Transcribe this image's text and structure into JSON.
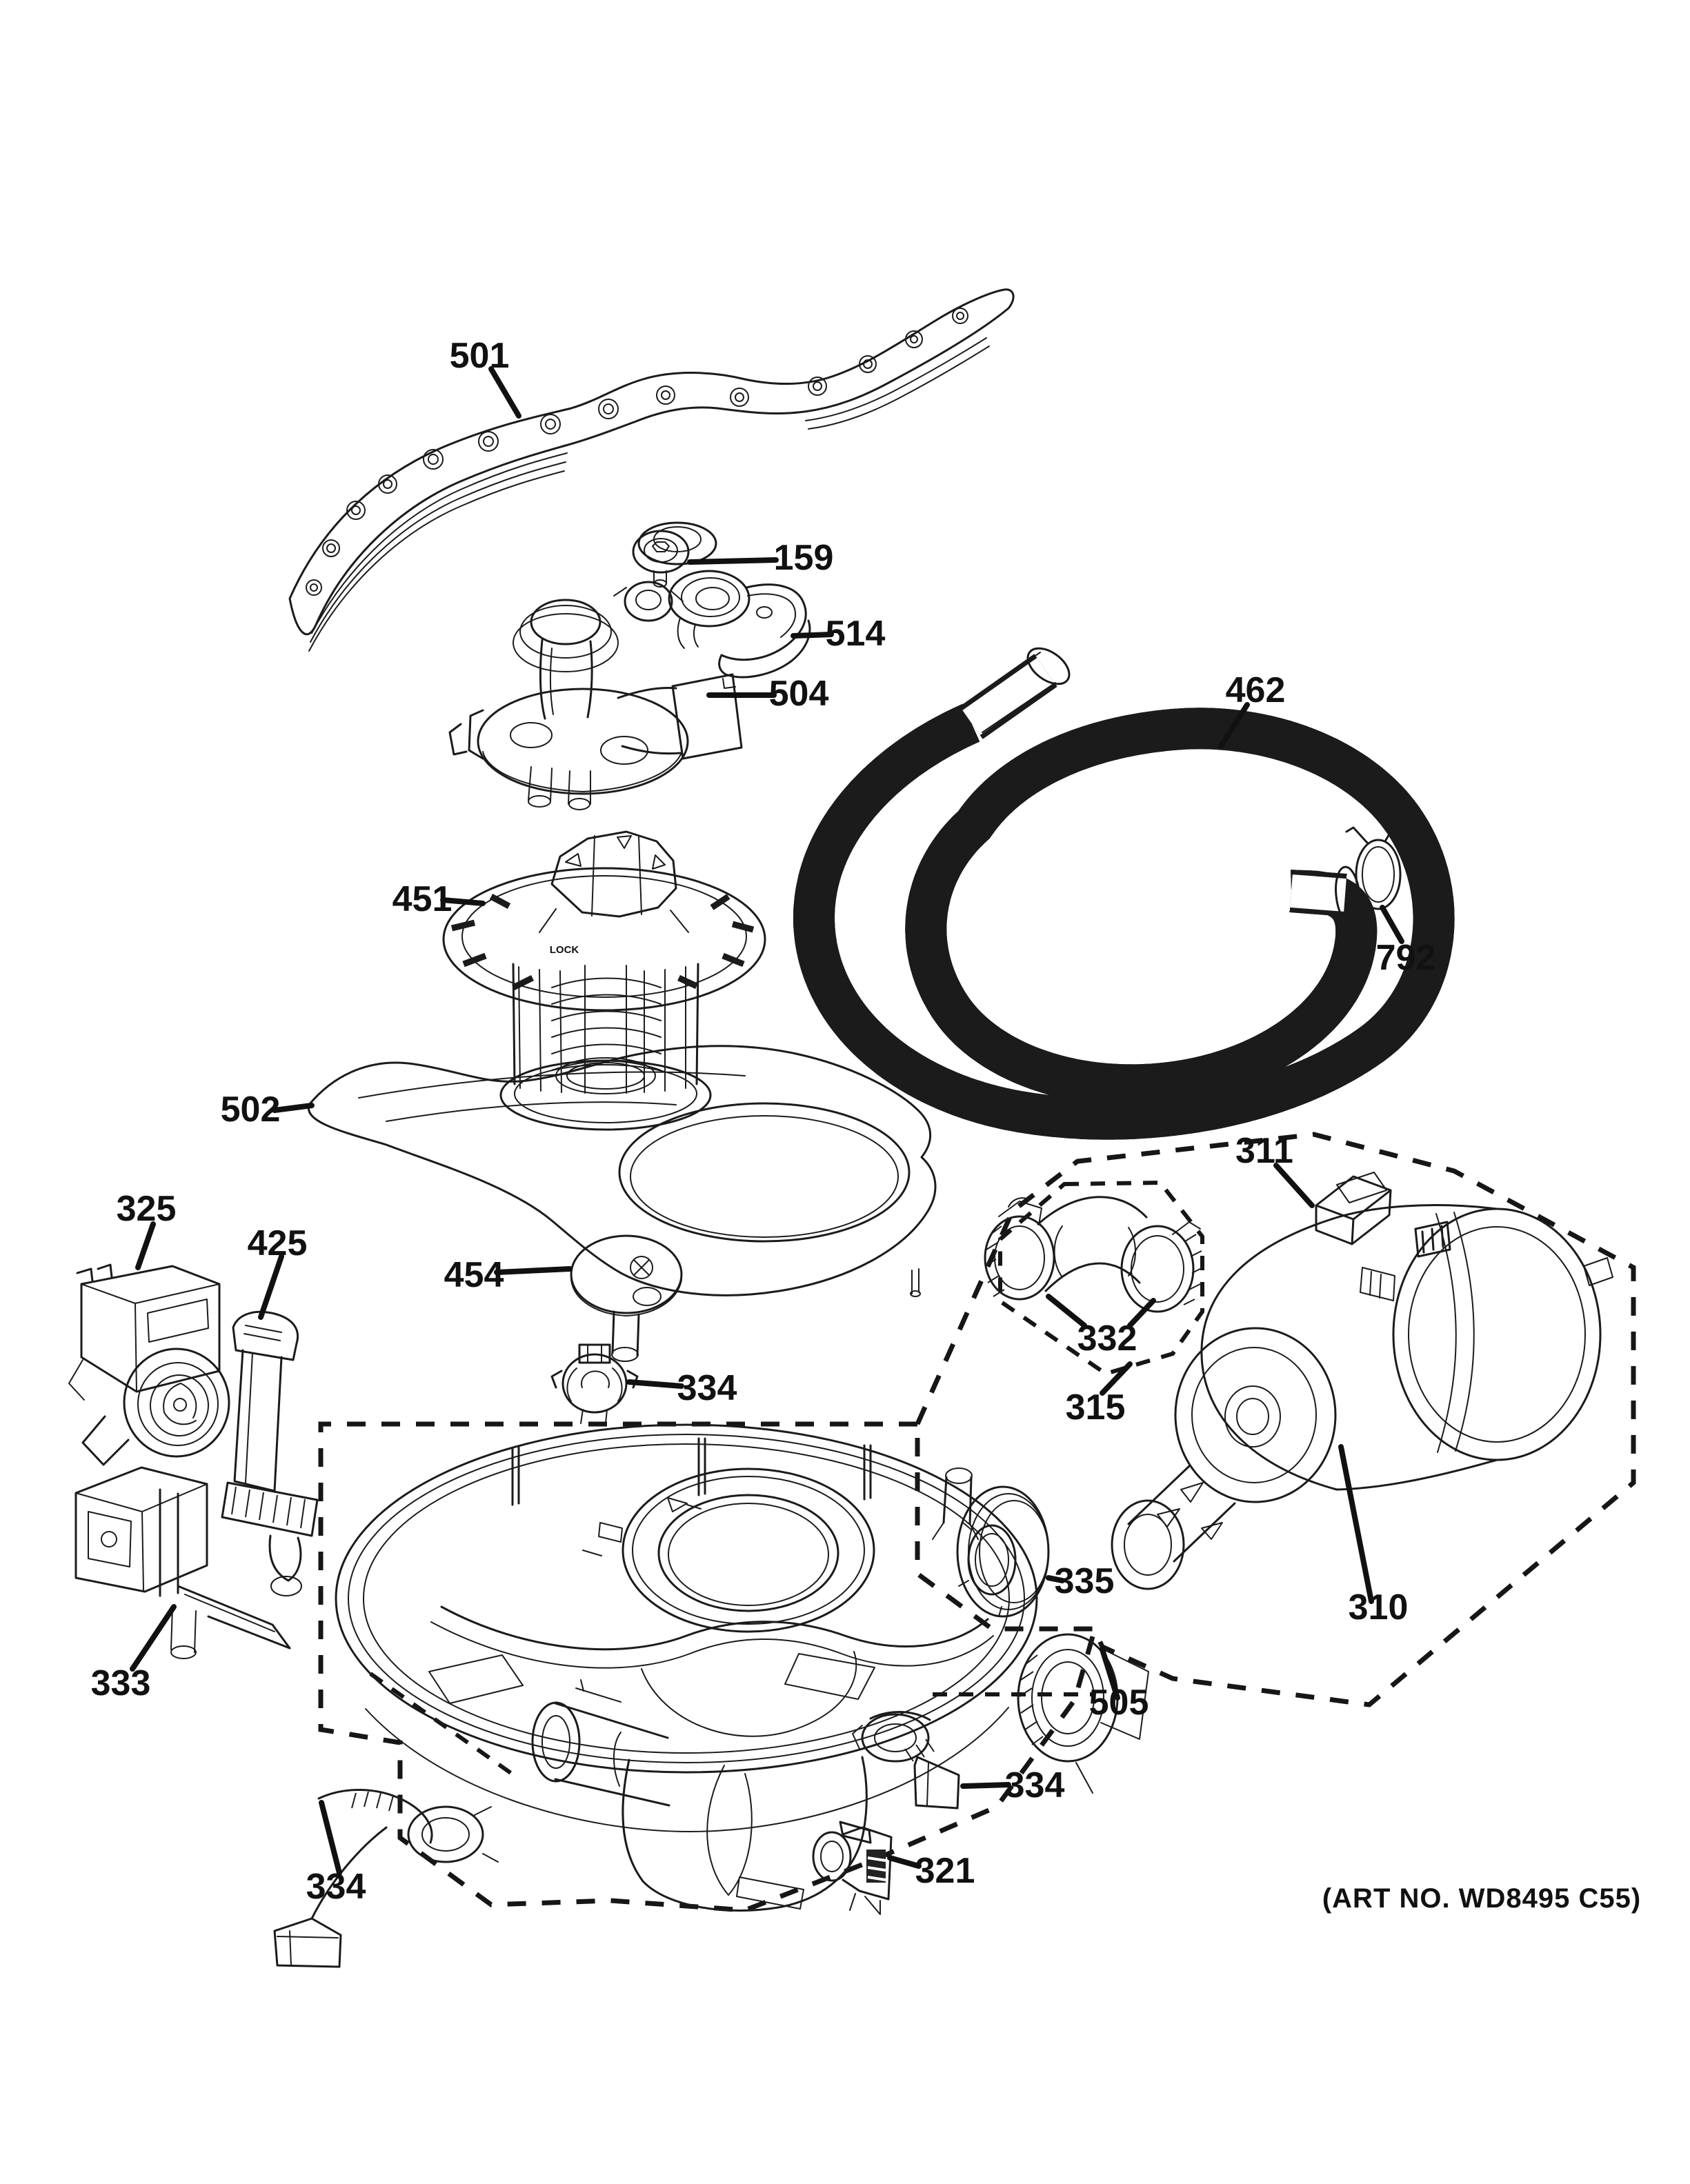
{
  "colors": {
    "ink": "#1b1b1b",
    "background": "#ffffff"
  },
  "diagram": {
    "art_no": "(ART NO. WD8495 C55)",
    "molded_text": {
      "filter_lock": "LOCK"
    },
    "callouts": {
      "spray_arm": "501",
      "spray_arm_cap": "159",
      "pump_support": "514",
      "pump_head": "504",
      "drain_hose": "462",
      "filter_assembly": "451",
      "hose_clamp": "792",
      "base_plate": "502",
      "connector_block": "311",
      "drain_pump": "325",
      "handle": "425",
      "stem_mount": "454",
      "elbow_hose": "332",
      "elbow_kit": "315",
      "clamp_mid": "334",
      "seal_ring": "335",
      "motor_assembly": "310",
      "dispenser": "333",
      "sump_kit": "505",
      "clamp_right": "334",
      "sensor": "321",
      "clamp_left": "334"
    }
  }
}
